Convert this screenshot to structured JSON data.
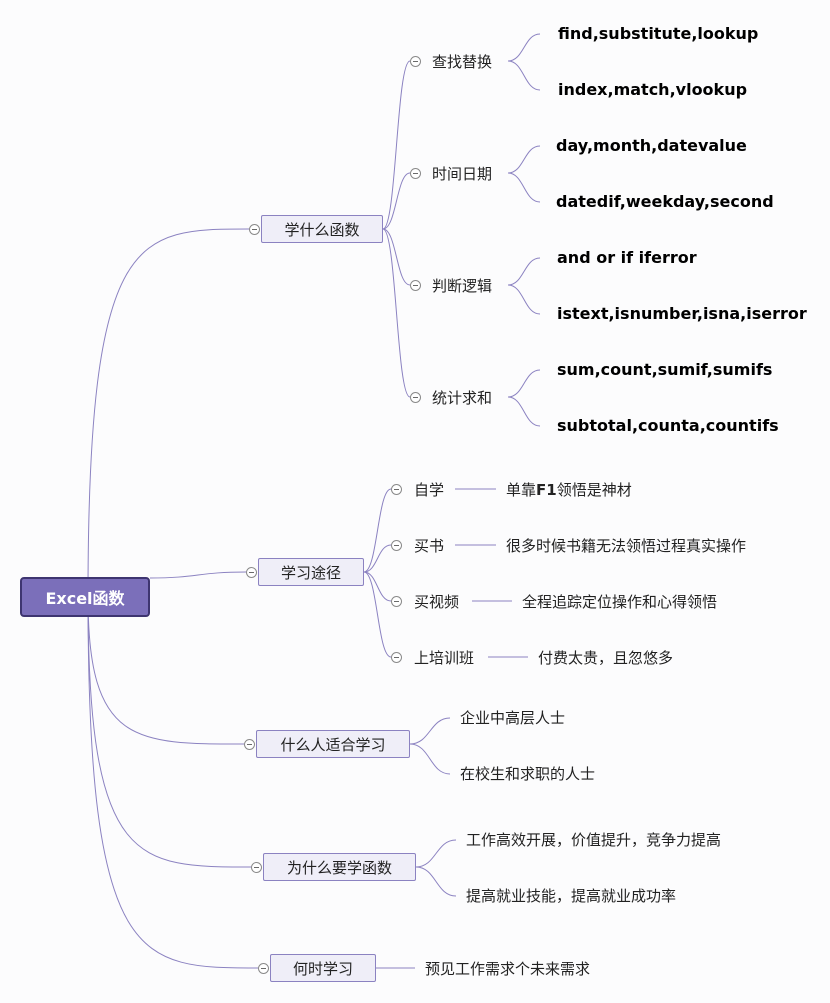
{
  "root": "Excel函数",
  "branches": [
    {
      "label": "学什么函数",
      "children": [
        {
          "label": "查找替换",
          "children": [
            "find,substitute,lookup",
            "index,match,vlookup"
          ]
        },
        {
          "label": "时间日期",
          "children": [
            "day,month,datevalue",
            "datedif,weekday,second"
          ]
        },
        {
          "label": "判断逻辑",
          "children": [
            "and or if iferror",
            "istext,isnumber,isna,iserror"
          ]
        },
        {
          "label": "统计求和",
          "children": [
            "sum,count,sumif,sumifs",
            "subtotal,counta,countifs"
          ]
        }
      ]
    },
    {
      "label": "学习途径",
      "children": [
        {
          "label": "自学",
          "note_prefix": "单靠",
          "note_bold": "F1",
          "note_suffix": "领悟是神材"
        },
        {
          "label": "买书",
          "note": "很多时候书籍无法领悟过程真实操作"
        },
        {
          "label": "买视频",
          "note": "全程追踪定位操作和心得领悟"
        },
        {
          "label": "上培训班",
          "note": "付费太贵，且忽悠多"
        }
      ]
    },
    {
      "label": "什么人适合学习",
      "children": [
        "企业中高层人士",
        "在校生和求职的人士"
      ]
    },
    {
      "label": "为什么要学函数",
      "children": [
        "工作高效开展，价值提升，竞争力提高",
        "提高就业技能，提高就业成功率"
      ]
    },
    {
      "label": "何时学习",
      "note": "预见工作需求个未来需求"
    }
  ],
  "colors": {
    "line": "#8b82c1",
    "root_fill": "#7b6fba",
    "root_border": "#3e3570",
    "node_fill": "#efeef8"
  }
}
